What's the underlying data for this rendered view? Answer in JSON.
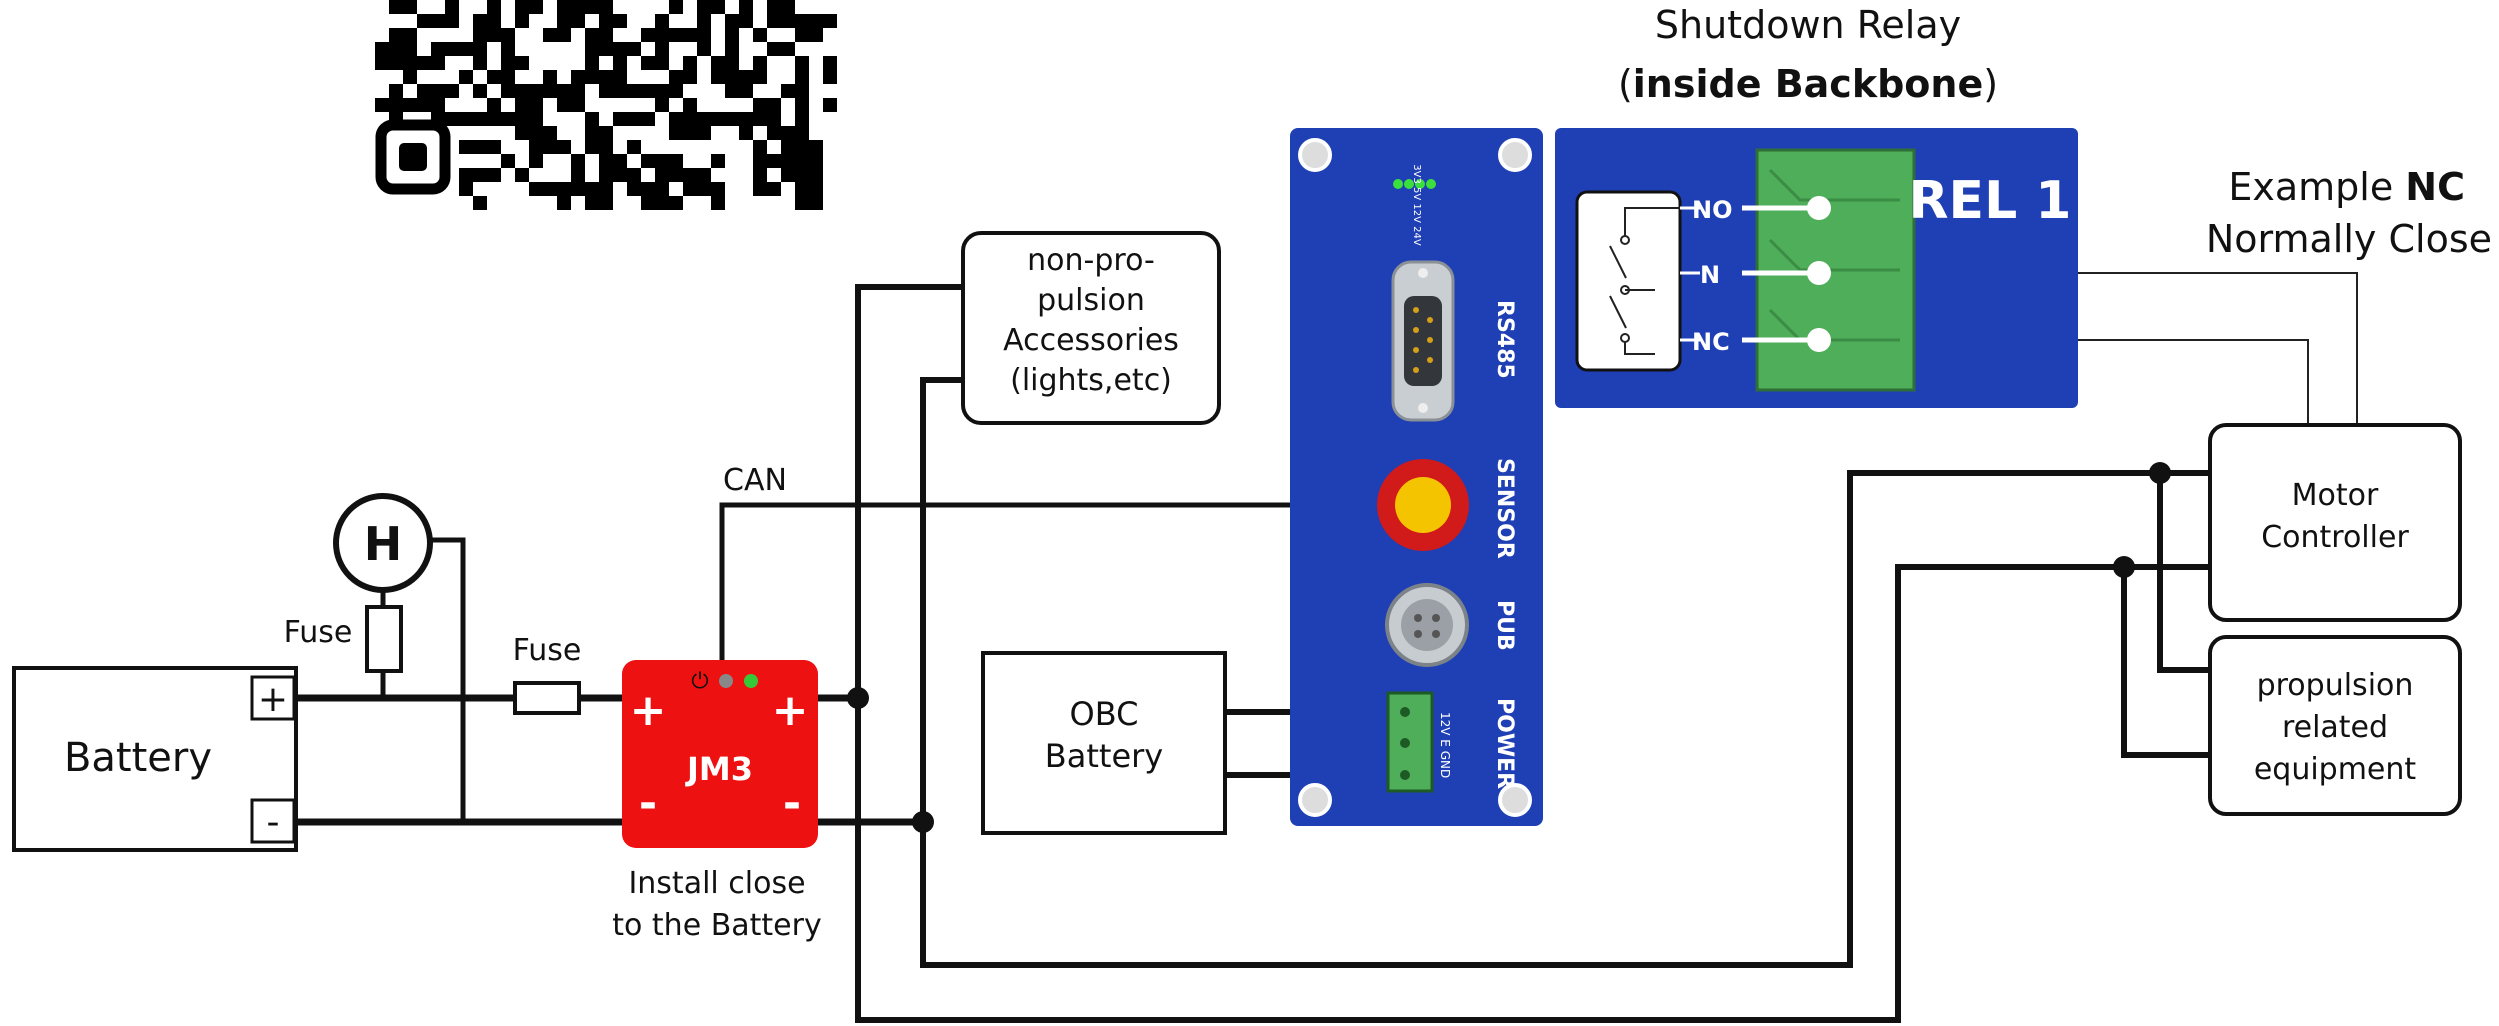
{
  "battery": {
    "label": "Battery",
    "plus": "+",
    "minus": "-"
  },
  "hydrometer": {
    "symbol": "H"
  },
  "fuse_left": {
    "label": "Fuse"
  },
  "fuse_main": {
    "label": "Fuse"
  },
  "jm3": {
    "name": "JM3",
    "plus_left": "+",
    "plus_right": "+",
    "minus_left": "-",
    "minus_right": "-",
    "power_symbol": "⏻",
    "note_line1": "Install close",
    "note_line2": "to the Battery",
    "color": "#ee1111"
  },
  "can_label": "CAN",
  "accessories": {
    "line1": "non-pro-",
    "line2": "pulsion",
    "line3": "Accessories",
    "line4": "(lights,etc)"
  },
  "obc": {
    "line1": "OBC",
    "line2": "Battery"
  },
  "backbone": {
    "color": "#1f3fb5",
    "led_top": "3V3 5V 12V 24V",
    "ports": {
      "rs485": "RS485",
      "sensor": "SENSOR",
      "pub": "PUB",
      "power": "POWER"
    },
    "power_pins": "12V  E  GND"
  },
  "relay": {
    "title_line1": "Shutdown Relay",
    "title_line2_open": "(",
    "title_line2_bold": "inside Backbone",
    "title_line2_close": ")",
    "name": "REL 1",
    "no": "NO",
    "n": "N",
    "nc": "NC",
    "terminal_color": "#4fae5a"
  },
  "example": {
    "line1_prefix": "Example ",
    "line1_bold": "NC",
    "line2": "Normally Close"
  },
  "motor": {
    "line1": "Motor",
    "line2": "Controller"
  },
  "propulsion": {
    "line1": "propulsion",
    "line2": "related",
    "line3": "equipment"
  }
}
